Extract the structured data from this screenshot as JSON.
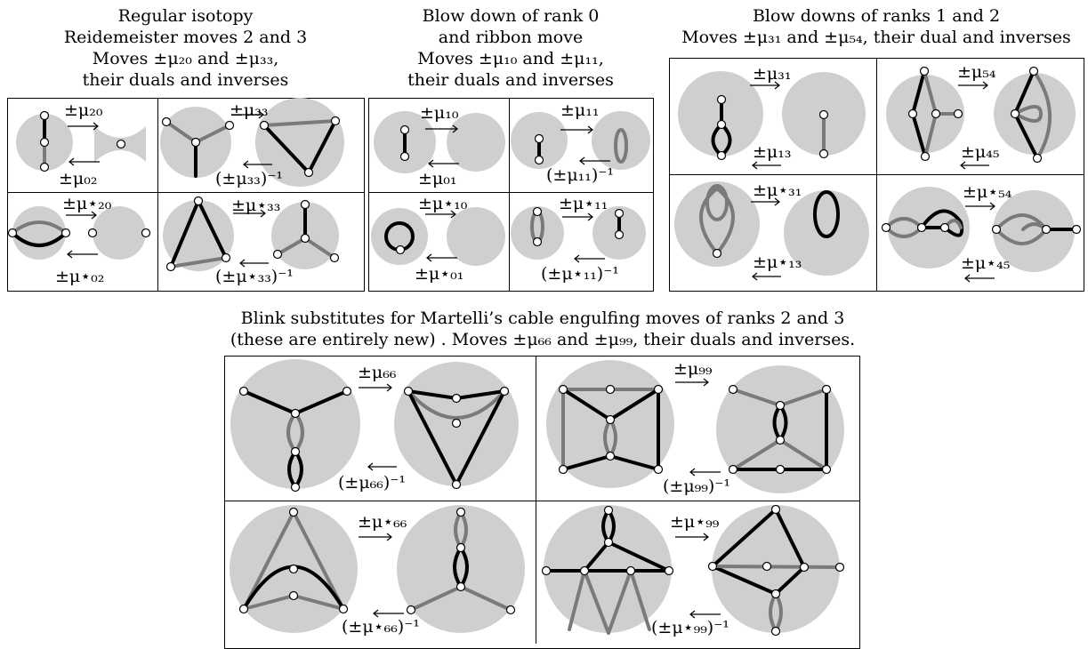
{
  "captions": {
    "regular": [
      "Regular isotopy",
      "Reidemeister moves 2 and 3",
      "Moves ±μ₂₀ and ±μ₃₃,",
      "their duals and inverses"
    ],
    "blowdown0": [
      "Blow down of rank 0",
      "and ribbon move",
      "Moves ±μ₁₀ and ±μ₁₁,",
      "their duals and inverses"
    ],
    "blowdown12": [
      "Blow downs of ranks 1 and 2",
      "Moves ±μ₃₁ and ±μ₅₄, their dual and inverses"
    ],
    "blink": [
      "Blink substitutes for Martelli’s cable engulfing moves of ranks 2 and 3",
      "(these are entirely new) . Moves ±μ₆₆ and ±μ₉₉, their duals and inverses."
    ]
  },
  "labels": {
    "mu20": "±μ₂₀",
    "mu02": "±μ₀₂",
    "mu20s": "±μ⋆₂₀",
    "mu02s": "±μ⋆₀₂",
    "mu33": "±μ₃₃",
    "mu33inv": "(±μ₃₃)⁻¹",
    "mu33s": "±μ⋆₃₃",
    "mu33sinv": "(±μ⋆₃₃)⁻¹",
    "mu10": "±μ₁₀",
    "mu01": "±μ₀₁",
    "mu10s": "±μ⋆₁₀",
    "mu01s": "±μ⋆₀₁",
    "mu11": "±μ₁₁",
    "mu11inv": "(±μ₁₁)⁻¹",
    "mu11s": "±μ⋆₁₁",
    "mu11sinv": "(±μ⋆₁₁)⁻¹",
    "mu31": "±μ₃₁",
    "mu13": "±μ₁₃",
    "mu31s": "±μ⋆₃₁",
    "mu13s": "±μ⋆₁₃",
    "mu54": "±μ₅₄",
    "mu45": "±μ₄₅",
    "mu54s": "±μ⋆₅₄",
    "mu45s": "±μ⋆₄₅",
    "mu66": "±μ₆₆",
    "mu66inv": "(±μ₆₆)⁻¹",
    "mu66s": "±μ⋆₆₆",
    "mu66sinv": "(±μ⋆₆₆)⁻¹",
    "mu99": "±μ₉₉",
    "mu99inv": "(±μ₉₉)⁻¹",
    "mu99s": "±μ⋆₉₉",
    "mu99sinv": "(±μ⋆₉₉)⁻¹"
  },
  "colors": {
    "disk": "#cfcfcf",
    "thick_edge": "#000000",
    "gray_edge": "#7a7a7a",
    "vertex": "#ffffff"
  }
}
